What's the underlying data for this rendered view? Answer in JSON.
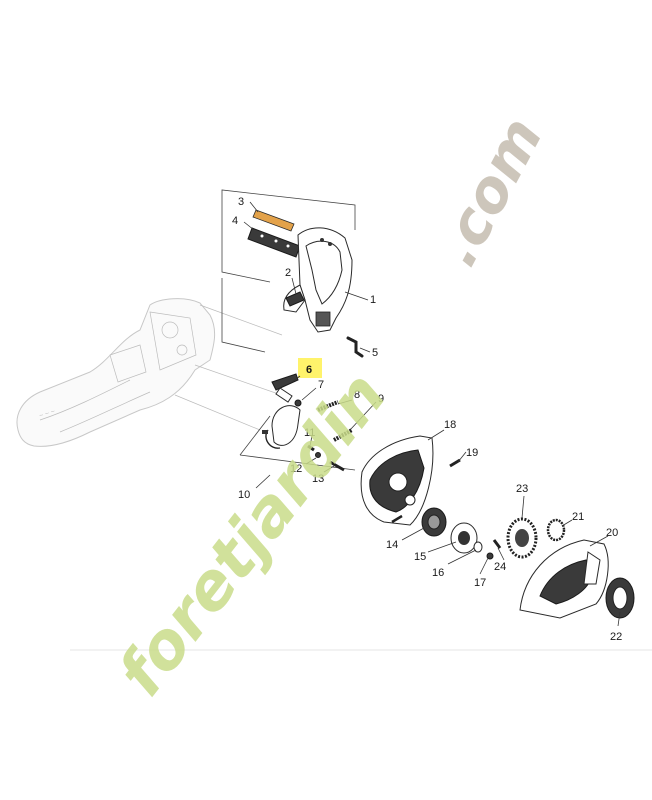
{
  "watermark": {
    "text": "foretjardin.com",
    "color_green": "#c9dc8a",
    "color_grey": "#c8c0b4"
  },
  "highlight_color": "#fff36b",
  "callouts": [
    {
      "id": "1",
      "label": "1"
    },
    {
      "id": "2",
      "label": "2"
    },
    {
      "id": "3",
      "label": "3"
    },
    {
      "id": "4",
      "label": "4"
    },
    {
      "id": "5",
      "label": "5"
    },
    {
      "id": "6",
      "label": "6",
      "highlighted": true
    },
    {
      "id": "7",
      "label": "7"
    },
    {
      "id": "8",
      "label": "8"
    },
    {
      "id": "9",
      "label": "9"
    },
    {
      "id": "10",
      "label": "10"
    },
    {
      "id": "11",
      "label": "11"
    },
    {
      "id": "12",
      "label": "12"
    },
    {
      "id": "13",
      "label": "13"
    },
    {
      "id": "14",
      "label": "14"
    },
    {
      "id": "15",
      "label": "15"
    },
    {
      "id": "16",
      "label": "16"
    },
    {
      "id": "17",
      "label": "17"
    },
    {
      "id": "18",
      "label": "18"
    },
    {
      "id": "19",
      "label": "19"
    },
    {
      "id": "20",
      "label": "20"
    },
    {
      "id": "21",
      "label": "21"
    },
    {
      "id": "22",
      "label": "22"
    },
    {
      "id": "23",
      "label": "23"
    },
    {
      "id": "24",
      "label": "24"
    }
  ]
}
